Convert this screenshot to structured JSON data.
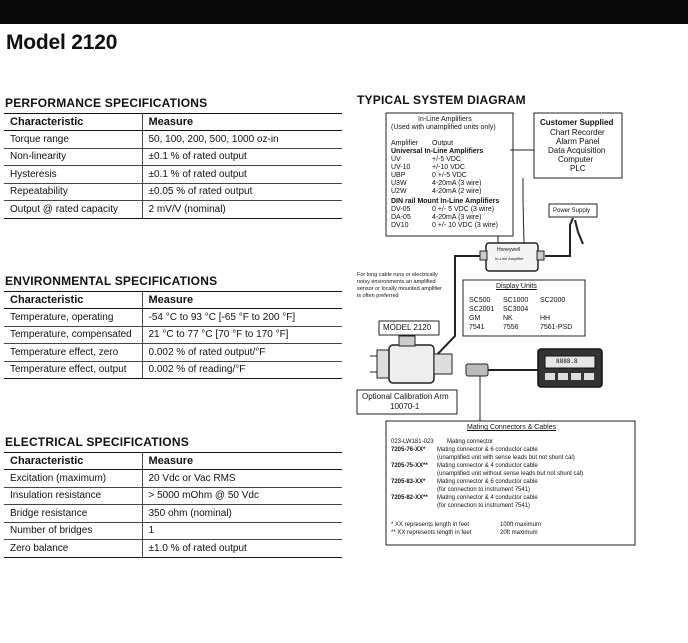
{
  "title": "Model 2120",
  "performance": {
    "title": "PERFORMANCE SPECIFICATIONS",
    "headers": [
      "Characteristic",
      "Measure"
    ],
    "rows": [
      [
        "Torque range",
        "50, 100, 200, 500, 1000 oz-in"
      ],
      [
        "Non-linearity",
        "±0.1 % of rated output"
      ],
      [
        "Hysteresis",
        "±0.1 % of rated output"
      ],
      [
        "Repeatability",
        "±0.05 % of rated output"
      ],
      [
        "Output @ rated capacity",
        "2 mV/V (nominal)"
      ]
    ]
  },
  "environmental": {
    "title": "ENVIRONMENTAL SPECIFICATIONS",
    "headers": [
      "Characteristic",
      "Measure"
    ],
    "rows": [
      [
        "Temperature, operating",
        "-54 °C to 93 °C [-65 °F to 200 °F]"
      ],
      [
        "Temperature, compensated",
        "21 °C to 77 °C [70 °F to 170 °F]"
      ],
      [
        "Temperature effect, zero",
        "0.002 % of rated output/°F"
      ],
      [
        "Temperature effect, output",
        "0.002 % of reading/°F"
      ]
    ]
  },
  "electrical": {
    "title": "ELECTRICAL SPECIFICATIONS",
    "headers": [
      "Characteristic",
      "Measure"
    ],
    "rows": [
      [
        "Excitation (maximum)",
        "20 Vdc or Vac RMS"
      ],
      [
        "Insulation resistance",
        "> 5000 mOhm @ 50 Vdc"
      ],
      [
        "Bridge resistance",
        "350 ohm (nominal)"
      ],
      [
        "Number of bridges",
        "1"
      ],
      [
        "Zero balance",
        "±1.0 % of rated output"
      ]
    ]
  },
  "diagram": {
    "title": "TYPICAL SYSTEM DIAGRAM",
    "inline": {
      "title": "In-Line Amplifiers",
      "subtitle": "(Used with unamplified units only)",
      "col_amp": "Amplifier",
      "col_out": "Output",
      "group1": "Universal In-Line Amplifiers",
      "rows1": [
        [
          "UV",
          "+/-5 VDC"
        ],
        [
          "UV-10",
          "+/-10 VDC"
        ],
        [
          "UBP",
          "0 +/-5 VDC"
        ],
        [
          "U3W",
          "4-20mA (3 wire)"
        ],
        [
          "U2W",
          "4-20mA (2 wire)"
        ]
      ],
      "group2": "DIN rail Mount In-Line Amplifiers",
      "rows2": [
        [
          "DV-05",
          "0 +/- 5 VDC (3 wire)"
        ],
        [
          "DA-05",
          "4-20mA (3 wire)"
        ],
        [
          "DV10",
          "0 +/- 10 VDC (3 wire)"
        ]
      ]
    },
    "customer": {
      "title": "Customer Supplied",
      "items": [
        "Chart Recorder",
        "Alarm Panel",
        "Data Acquisition",
        "Computer",
        "PLC"
      ]
    },
    "power_supply": "Power Supply",
    "amp_brand": "Honeywell",
    "amp_label": "In-Line Amplifier",
    "note": [
      "For long cable runs or electrically",
      "noisy environments an amplified",
      "sensor or locally mounted amplifier",
      "is often preferred"
    ],
    "display": {
      "title": "Display Units",
      "rows": [
        [
          "SC500",
          "SC1000",
          "SC2000"
        ],
        [
          "SC2001",
          "SC3004",
          ""
        ],
        [
          "GM",
          "NK",
          "HH"
        ],
        [
          "7541",
          "7556",
          "7561-PSD"
        ]
      ]
    },
    "display_readout": "8888.8",
    "model_label": "MODEL 2120",
    "calibration": [
      "Optional Calibration Arm",
      "10070-1"
    ],
    "mating": {
      "title": "Mating Connectors & Cables",
      "lines": [
        [
          "023-LW181-023",
          "Mating connector"
        ],
        [
          "7205-76-XX*",
          "Mating connector & 6 conductor cable"
        ],
        [
          "",
          "(unamplified unit with sense leads but not shunt cal)"
        ],
        [
          "7205-75-XX**",
          "Mating connector & 4 conductor cable"
        ],
        [
          "",
          "(unamplified unit without sense leads but not shunt cal)"
        ],
        [
          "7205-83-XX*",
          "Mating connector & 6 conductor cable"
        ],
        [
          "",
          "(for connection to instrument 7541)"
        ],
        [
          "7205-82-XX**",
          "Mating connector & 4 conductor cable"
        ],
        [
          "",
          "(for connection to instrument 7541)"
        ]
      ],
      "footnotes": [
        [
          "* XX represents length in feet",
          "100ft maximum"
        ],
        [
          "** XX represents length in feet",
          "20ft maximum"
        ]
      ]
    }
  }
}
